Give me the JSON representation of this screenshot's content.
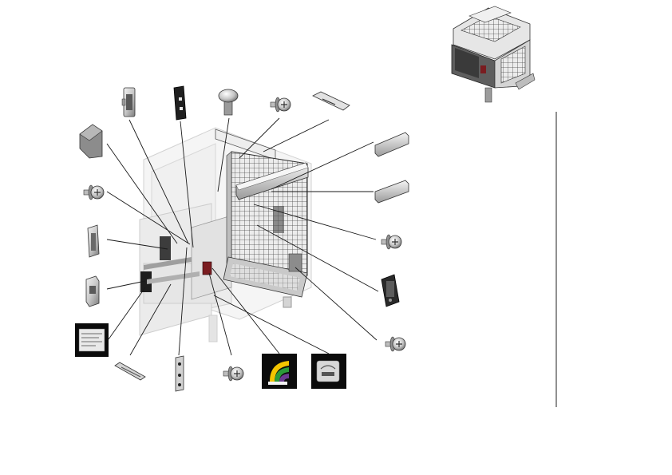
{
  "diagram": {
    "view": "exploded-parts",
    "inset": "assembled-frame-preview",
    "colors": {
      "line": "#1a1a1a",
      "metal_light": "#d8d8d8",
      "metal_mid": "#a9a9a9",
      "metal_dark": "#5a5a5a",
      "ghost": "#eeeeee",
      "panel_red": "#7a1c20",
      "logo_yellow": "#f3c400",
      "logo_green": "#2b9a3a",
      "logo_purple": "#6b3a91",
      "label_black": "#0b0b0b"
    },
    "parts": [
      {
        "id": "side-clip",
        "icon": "clip-icon"
      },
      {
        "id": "gasket-strip",
        "icon": "strip-icon"
      },
      {
        "id": "rubber-foot",
        "icon": "foot-icon"
      },
      {
        "id": "flange-screw-top",
        "icon": "screw-icon"
      },
      {
        "id": "slot-bracket-top",
        "icon": "bracket-icon"
      },
      {
        "id": "gray-cover",
        "icon": "cover-icon"
      },
      {
        "id": "rail-upper",
        "icon": "rail-icon"
      },
      {
        "id": "rail-lower",
        "icon": "rail-icon"
      },
      {
        "id": "screw-left",
        "icon": "screw-icon"
      },
      {
        "id": "screw-right-1",
        "icon": "screw-icon"
      },
      {
        "id": "long-bracket",
        "icon": "bracket-icon"
      },
      {
        "id": "cable-clip",
        "icon": "clip-icon"
      },
      {
        "id": "shield-plate",
        "icon": "plate-icon"
      },
      {
        "id": "warning-label",
        "icon": "label-icon"
      },
      {
        "id": "screw-right-2",
        "icon": "screw-icon"
      },
      {
        "id": "guide-strip",
        "icon": "strip-icon"
      },
      {
        "id": "hinge-plate",
        "icon": "hinge-icon"
      },
      {
        "id": "screw-bottom",
        "icon": "screw-icon"
      },
      {
        "id": "energy-logo-label",
        "icon": "logo-icon"
      },
      {
        "id": "certification-label",
        "icon": "certification-icon"
      }
    ]
  }
}
